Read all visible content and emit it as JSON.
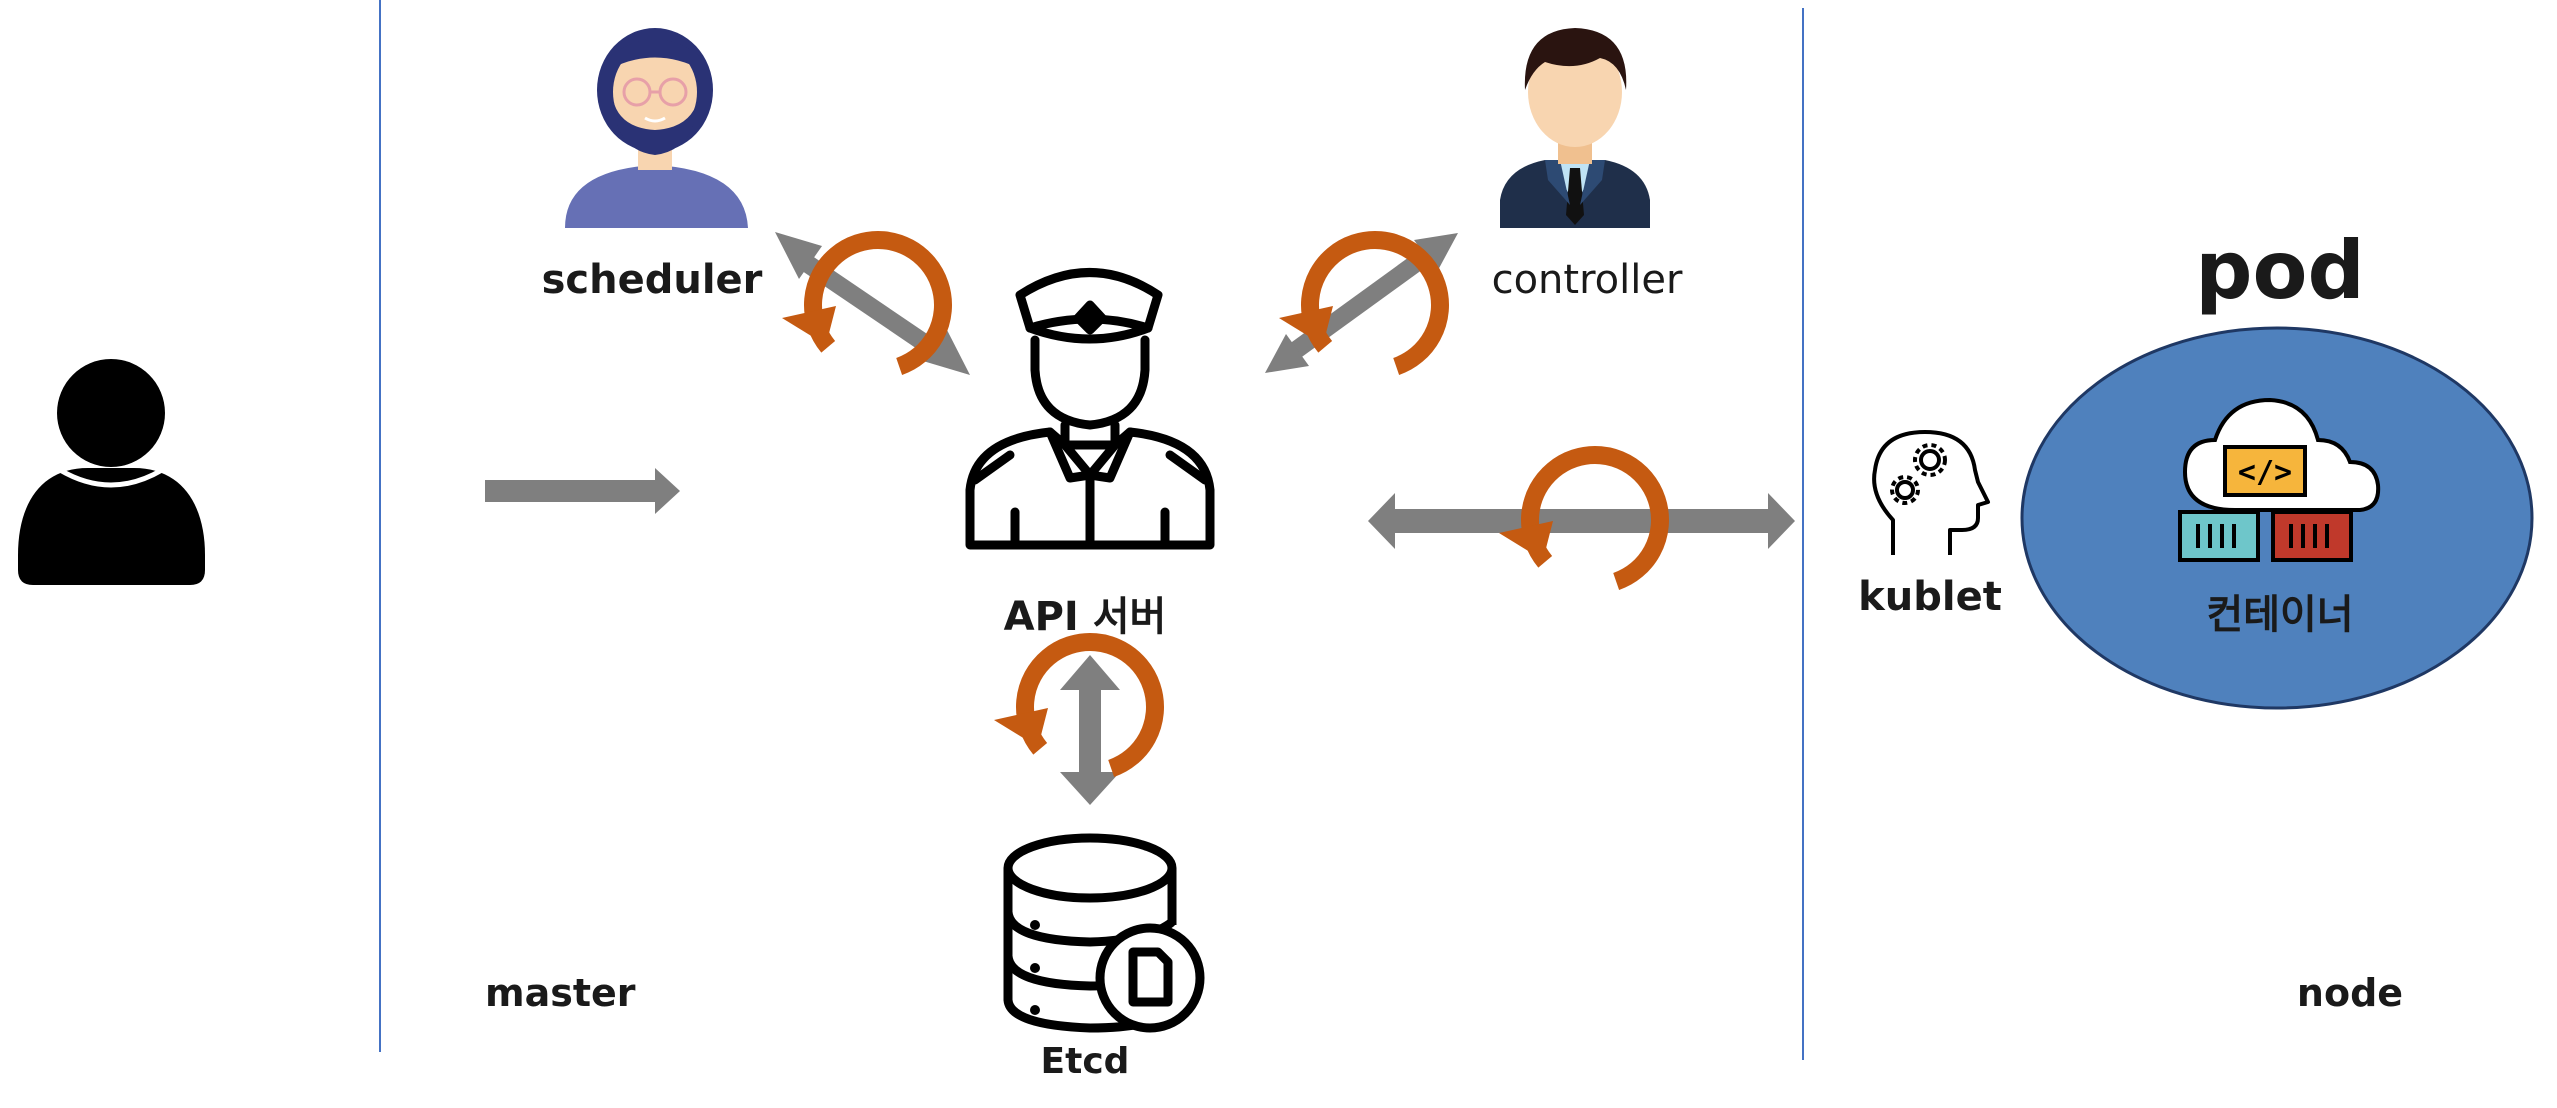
{
  "labels": {
    "scheduler": "scheduler",
    "controller": "controller",
    "api_server": "API 서버",
    "etcd": "Etcd",
    "master": "master",
    "node": "node",
    "pod": "pod",
    "kublet": "kublet",
    "container": "컨테이너"
  },
  "colors": {
    "divider": "#4472c4",
    "arrow": "#7f7f7f",
    "cycle": "#c55a11",
    "pod_fill": "#4f81bd",
    "pod_stroke": "#1f3864",
    "scheduler_shirt": "#6670b5",
    "scheduler_hair": "#2a3275",
    "controller_suit": "#1f2f4a",
    "skin": "#f8d5b0",
    "container_red": "#c0392b",
    "container_teal": "#6ec6ca",
    "container_yellow": "#f6b53c"
  }
}
